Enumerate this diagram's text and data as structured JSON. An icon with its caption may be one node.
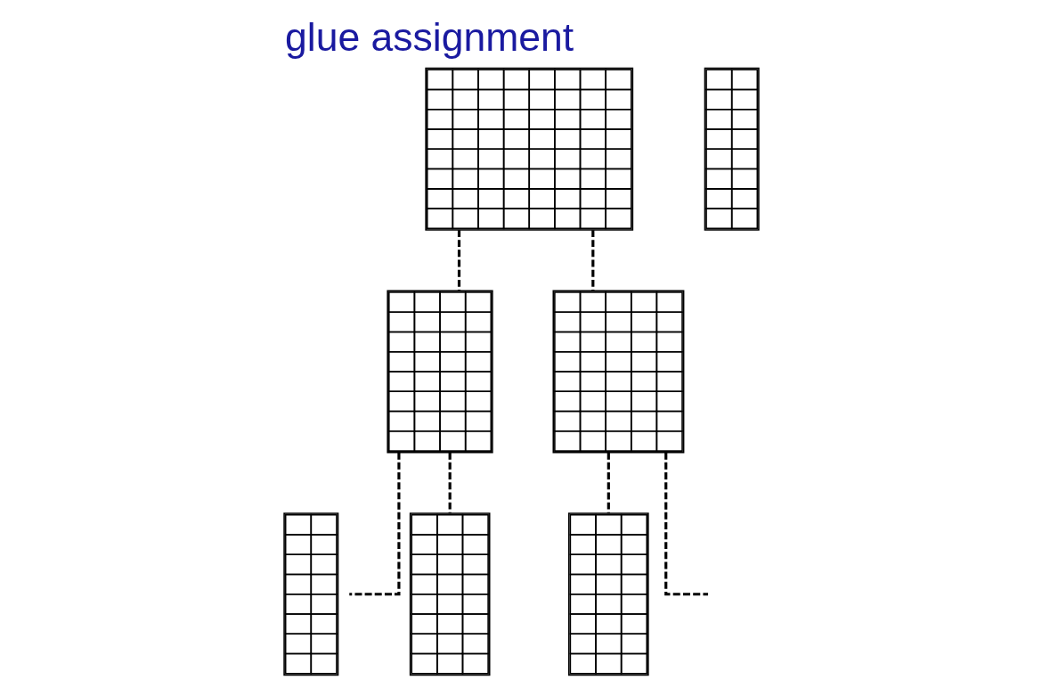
{
  "diagram": {
    "title": "glue assignment",
    "nodes": [
      {
        "text": [],
        "shape": "grid"
      },
      {
        "text": [],
        "shape": "grid"
      },
      {
        "text": [],
        "shape": "grid"
      },
      {
        "text": [],
        "shape": "grid"
      },
      {
        "text": [],
        "shape": "grid"
      },
      {
        "text": [],
        "shape": "grid"
      },
      {
        "text": [],
        "shape": "grid"
      }
    ],
    "edges": [
      {
        "from": 0,
        "to": 1,
        "arrow": "none",
        "style": "dashed"
      },
      {
        "from": 0,
        "to": 2,
        "arrow": "none",
        "style": "dashed"
      },
      {
        "from": 1,
        "to": 3,
        "arrow": "none",
        "style": "dashed"
      },
      {
        "from": 1,
        "to": 4,
        "arrow": "none",
        "style": "dashed"
      },
      {
        "from": 2,
        "to": 5,
        "arrow": "none",
        "style": "dashed"
      },
      {
        "from": 2,
        "to": null,
        "arrow": "none",
        "style": "dashed"
      }
    ]
  }
}
